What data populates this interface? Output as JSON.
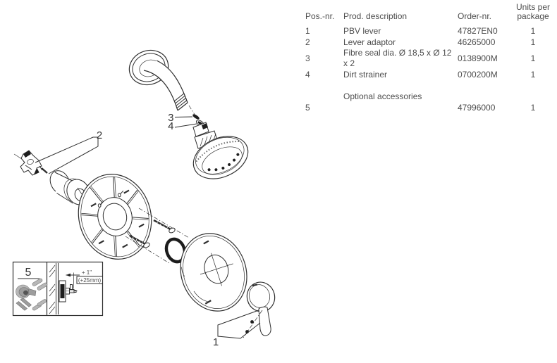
{
  "parts_table": {
    "headers": {
      "pos": "Pos.-nr.",
      "desc": "Prod. description",
      "order": "Order-nr.",
      "units": "Units per package"
    },
    "rows": [
      {
        "pos": "1",
        "desc": "PBV lever",
        "order": "47827EN0",
        "units": "1"
      },
      {
        "pos": "2",
        "desc": "Lever adaptor",
        "order": "46265000",
        "units": "1"
      },
      {
        "pos": "3",
        "desc": "Fibre seal dia. Ø 18,5 x Ø 12 x 2",
        "order": "0138900M",
        "units": "1"
      },
      {
        "pos": "4",
        "desc": "Dirt strainer",
        "order": "0700200M",
        "units": "1"
      },
      {
        "pos": "",
        "desc": "Optional accessories",
        "order": "",
        "units": ""
      },
      {
        "pos": "5",
        "desc": "",
        "order": "47996000",
        "units": "1"
      }
    ]
  },
  "diagram": {
    "callouts": {
      "c1": "1",
      "c2": "2",
      "c3": "3",
      "c4": "4",
      "c5": "5"
    },
    "inset": {
      "dim_inch": "+ 1\"",
      "dim_mm": "(+25mm)"
    },
    "colors": {
      "line": "#2e2e2e",
      "text": "#4d4d4d"
    }
  }
}
